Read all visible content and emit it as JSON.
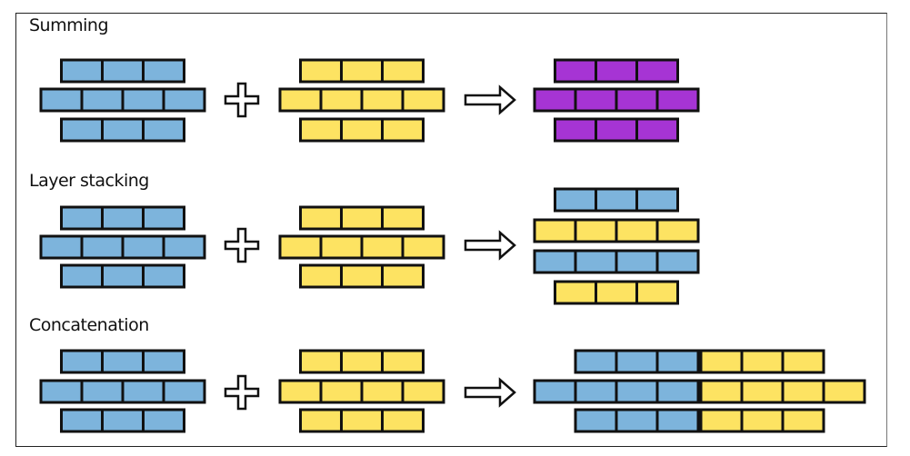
{
  "colors": {
    "a": "#7db4dc",
    "b": "#fde362",
    "sum": "#a634d4",
    "stroke": "#111111"
  },
  "sections": [
    {
      "title": "Summing",
      "operator": "plus",
      "result_arrow": "arrow",
      "input_a": {
        "color": "a",
        "rows": [
          3,
          4,
          3
        ]
      },
      "input_b": {
        "color": "b",
        "rows": [
          3,
          4,
          3
        ]
      },
      "output": {
        "type": "sum",
        "rows": [
          [
            {
              "color": "sum",
              "n": 3
            }
          ],
          [
            {
              "color": "sum",
              "n": 4
            }
          ],
          [
            {
              "color": "sum",
              "n": 3
            }
          ]
        ]
      }
    },
    {
      "title": "Layer stacking",
      "operator": "plus",
      "result_arrow": "arrow",
      "input_a": {
        "color": "a",
        "rows": [
          3,
          4,
          3
        ]
      },
      "input_b": {
        "color": "b",
        "rows": [
          3,
          4,
          3
        ]
      },
      "output": {
        "type": "stack",
        "rows": [
          [
            {
              "color": "a",
              "n": 3
            }
          ],
          [
            {
              "color": "b",
              "n": 4
            }
          ],
          [
            {
              "color": "a",
              "n": 4
            }
          ],
          [
            {
              "color": "b",
              "n": 3
            }
          ]
        ]
      }
    },
    {
      "title": "Concatenation",
      "operator": "plus",
      "result_arrow": "arrow",
      "input_a": {
        "color": "a",
        "rows": [
          3,
          4,
          3
        ]
      },
      "input_b": {
        "color": "b",
        "rows": [
          3,
          4,
          3
        ]
      },
      "output": {
        "type": "concat",
        "rows": [
          [
            {
              "color": "a",
              "n": 3
            },
            {
              "color": "b",
              "n": 3
            }
          ],
          [
            {
              "color": "a",
              "n": 4
            },
            {
              "color": "b",
              "n": 4
            }
          ],
          [
            {
              "color": "a",
              "n": 3
            },
            {
              "color": "b",
              "n": 3
            }
          ]
        ]
      }
    }
  ]
}
